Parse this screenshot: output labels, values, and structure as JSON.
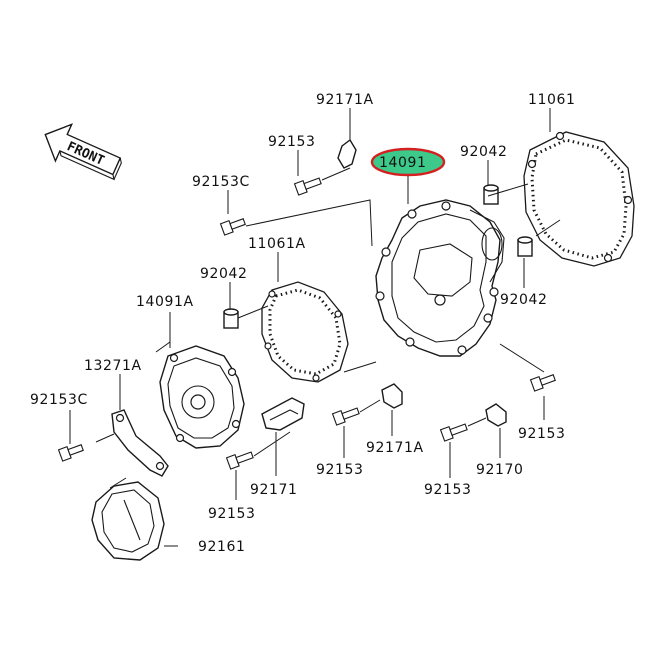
{
  "direction_arrow": {
    "text": "FRONT"
  },
  "highlight": {
    "part_number": "14091",
    "ring_color": "#d42020",
    "fill_color": "#3cc98a"
  },
  "callouts": {
    "c_11061": "11061",
    "c_92042_top": "92042",
    "c_92171A_top": "92171A",
    "c_92153_top": "92153",
    "c_92153C_top": "92153C",
    "c_11061A": "11061A",
    "c_92042_left": "92042",
    "c_14091A": "14091A",
    "c_92042_right": "92042",
    "c_13271A": "13271A",
    "c_92153C_left": "92153C",
    "c_92153_right": "92153",
    "c_92171A_mid": "92171A",
    "c_92153_mid": "92153",
    "c_92171": "92171",
    "c_92170": "92170",
    "c_92153_bottom_right": "92153",
    "c_92153_bottom_left": "92153",
    "c_92161": "92161"
  }
}
